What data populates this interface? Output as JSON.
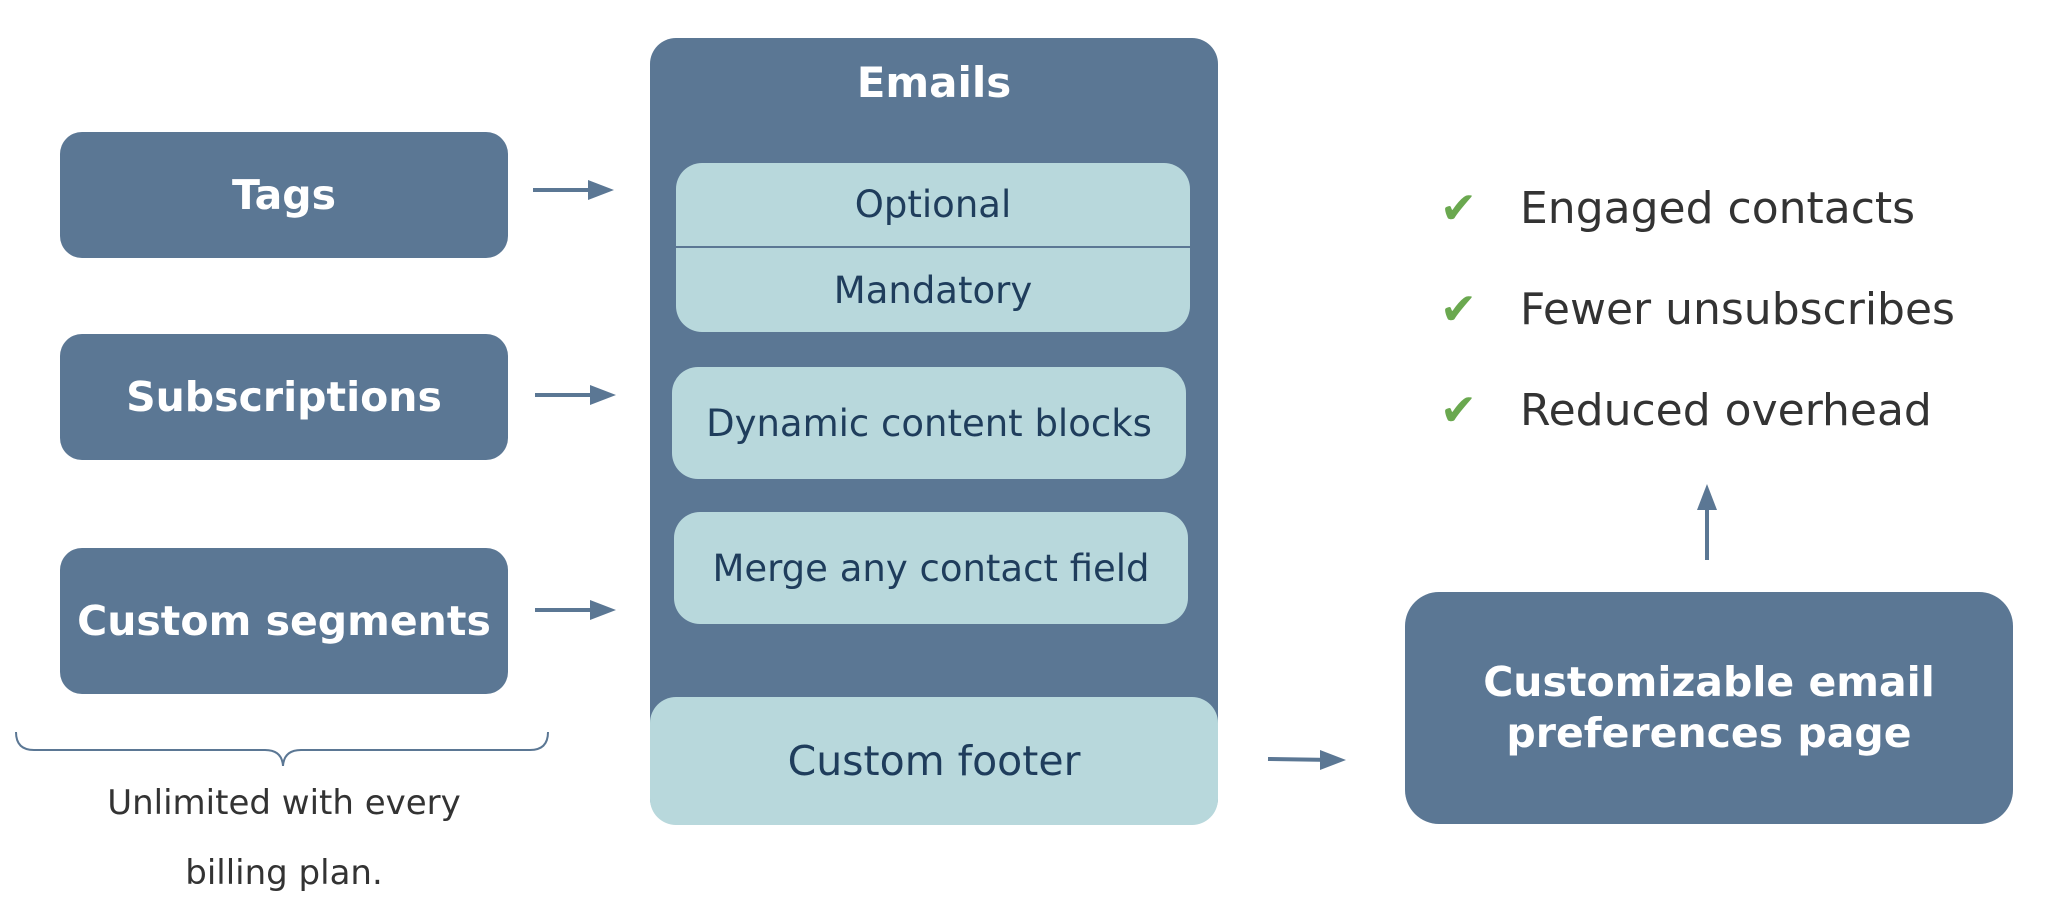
{
  "sources": [
    {
      "label": "Tags"
    },
    {
      "label": "Subscriptions"
    },
    {
      "label": "Custom segments"
    }
  ],
  "caption": [
    "Unlimited with every",
    "billing plan."
  ],
  "emails": {
    "title": "Emails",
    "optional": "Optional",
    "mandatory": "Mandatory",
    "dynamic": "Dynamic content blocks",
    "merge": "Merge any contact field",
    "footer": "Custom footer"
  },
  "preferences_page": [
    "Customizable email",
    "preferences page"
  ],
  "benefits": [
    {
      "label": "Engaged contacts"
    },
    {
      "label": "Fewer unsubscribes"
    },
    {
      "label": "Reduced overhead"
    }
  ],
  "colors": {
    "dark_box": "#5b7794",
    "light_box": "#b8d8dc",
    "check": "#6aa84f",
    "text_dark": "#1f3d5c"
  },
  "icons": {
    "check": "check-mark-icon",
    "arrow": "arrow-icon"
  }
}
